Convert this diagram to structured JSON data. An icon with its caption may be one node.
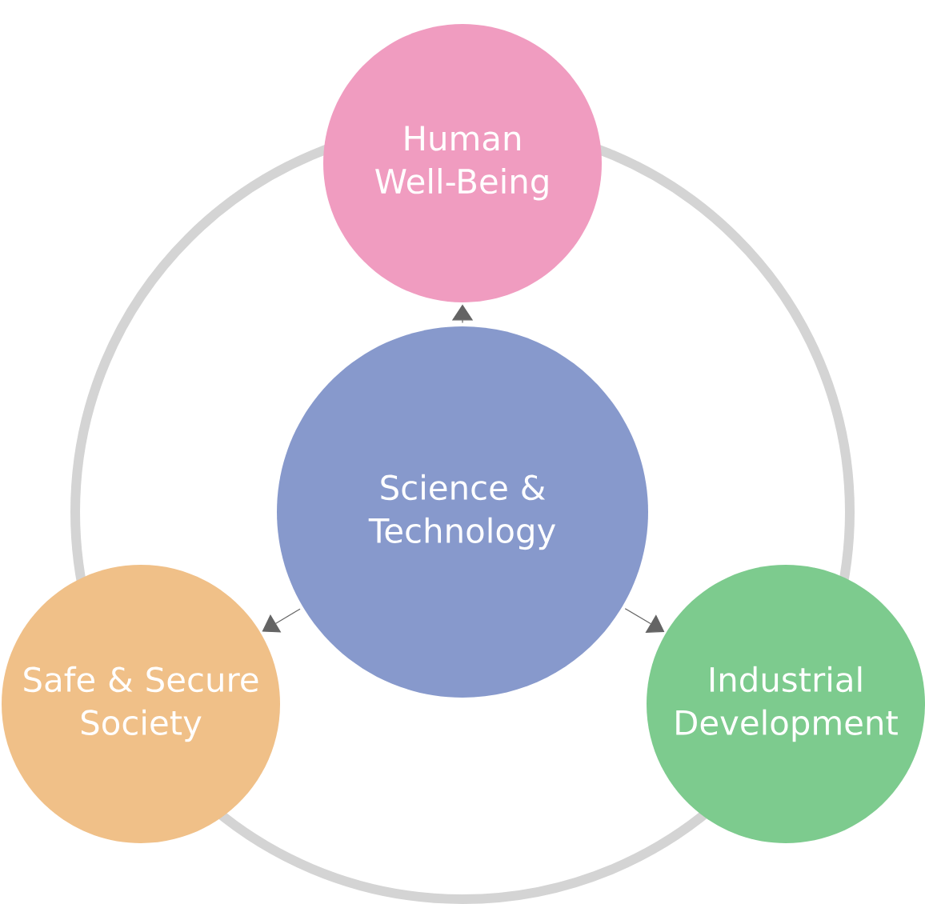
{
  "diagram": {
    "nodes": [
      {
        "text": [
          "Human Well-Being"
        ]
      },
      {
        "text": [
          "Science & Technology"
        ]
      },
      {
        "text": [
          "Safe & Secure Society"
        ]
      },
      {
        "text": [
          "Industrial Development"
        ]
      }
    ],
    "edges": [
      {
        "from": 1,
        "to": 0,
        "arrow": "to"
      },
      {
        "from": 1,
        "to": 2,
        "arrow": "to"
      },
      {
        "from": 1,
        "to": 3,
        "arrow": "to"
      }
    ]
  }
}
